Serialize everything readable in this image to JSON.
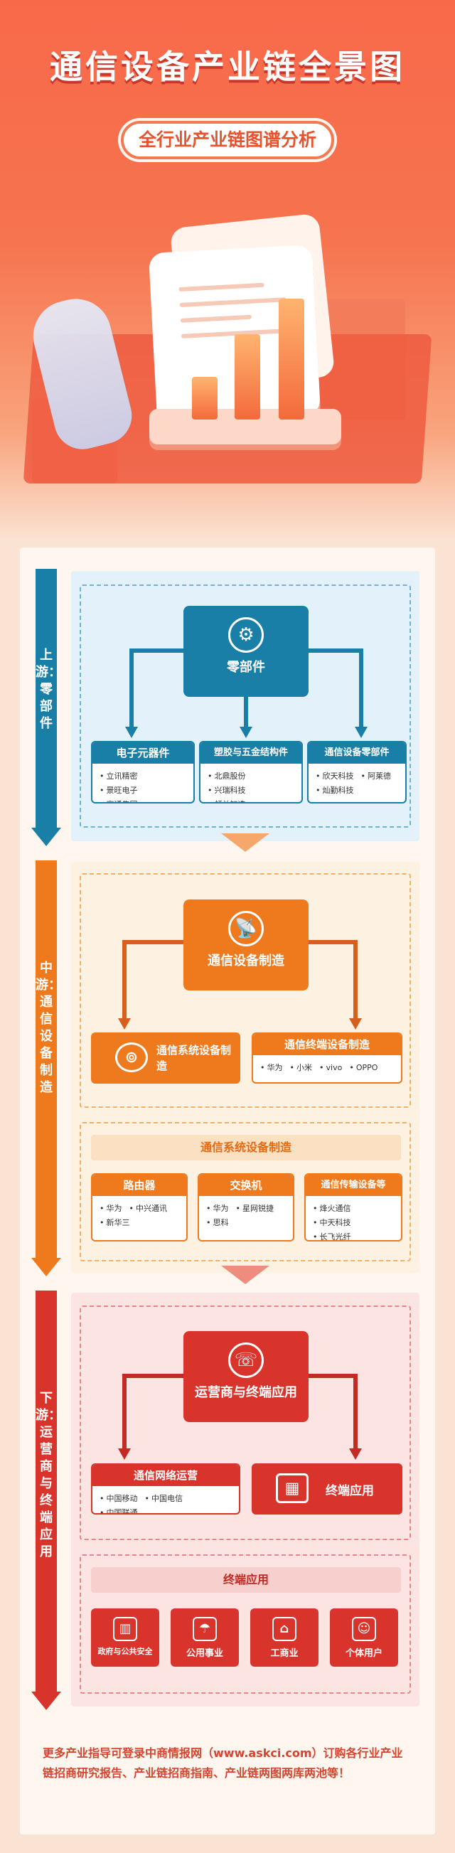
{
  "header": {
    "title": "通信设备产业链全景图",
    "subtitle": "全行业产业链图谱分析"
  },
  "upstream": {
    "label": "上游：零部件",
    "hub": "零部件",
    "cards": [
      {
        "title": "电子元器件",
        "items": [
          "立讯精密",
          "景旺电子",
          "亨通集团"
        ]
      },
      {
        "title": "塑胶与五金结构件",
        "items": [
          "北鼎股份",
          "兴瑞科技",
          "领益智造"
        ]
      },
      {
        "title": "通信设备零部件",
        "items": [
          "欣天科技",
          "阿莱德",
          "灿勤科技"
        ]
      }
    ]
  },
  "midstream": {
    "label": "中游：通信设备制造",
    "hub": "通信设备制造",
    "system_btn": "通信系统设备制造",
    "terminal_card": {
      "title": "通信终端设备制造",
      "items": [
        "华为",
        "小米",
        "vivo",
        "OPPO"
      ]
    },
    "section_title": "通信系统设备制造",
    "cards": [
      {
        "title": "路由器",
        "items": [
          "华为",
          "中兴通讯",
          "新华三"
        ]
      },
      {
        "title": "交换机",
        "items": [
          "华为",
          "星网锐捷",
          "思科"
        ]
      },
      {
        "title": "通信传输设备等",
        "items": [
          "烽火通信",
          "中天科技",
          "长飞光纤"
        ]
      }
    ]
  },
  "downstream": {
    "label": "下游：运营商与终端应用",
    "hub": "运营商与终端应用",
    "operator_card": {
      "title": "通信网络运营",
      "items": [
        "中国移动",
        "中国电信",
        "中国联通"
      ]
    },
    "terminal_btn": "终端应用",
    "section_title": "终端应用",
    "tiles": [
      "政府与公共安全",
      "公用事业",
      "工商业",
      "个体用户"
    ]
  },
  "footer": "更多产业指导可登录中商情报网（www.askci.com）订购各行业产业链招商研究报告、产业链招商指南、产业链两图两库两池等！",
  "colors": {
    "upstream": "#1a7fa6",
    "midstream": "#ef7a1e",
    "downstream": "#d8342c"
  }
}
